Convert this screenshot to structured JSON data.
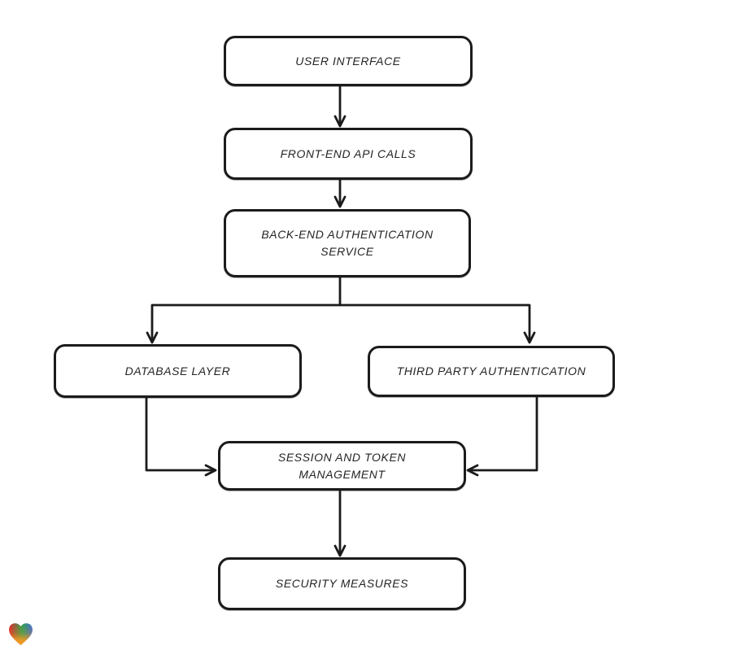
{
  "diagram": {
    "background_color": "#ffffff",
    "stroke_color": "#1b1b1b",
    "node_fill_color": "#ffffff",
    "nodes": [
      {
        "id": "user-interface",
        "label": "USER INTERFACE"
      },
      {
        "id": "front-end-api-calls",
        "label": "FRONT-END API CALLS"
      },
      {
        "id": "back-end-auth-service",
        "label": "BACK-END AUTHENTICATION SERVICE"
      },
      {
        "id": "database-layer",
        "label": "DATABASE LAYER"
      },
      {
        "id": "third-party-auth",
        "label": "THIRD PARTY AUTHENTICATION"
      },
      {
        "id": "session-token-management",
        "label": "SESSION AND TOKEN MANAGEMENT"
      },
      {
        "id": "security-measures",
        "label": "SECURITY MEASURES"
      }
    ],
    "edges": [
      {
        "from": "user-interface",
        "to": "front-end-api-calls"
      },
      {
        "from": "front-end-api-calls",
        "to": "back-end-auth-service"
      },
      {
        "from": "back-end-auth-service",
        "to": "database-layer"
      },
      {
        "from": "back-end-auth-service",
        "to": "third-party-auth"
      },
      {
        "from": "database-layer",
        "to": "session-token-management"
      },
      {
        "from": "third-party-auth",
        "to": "session-token-management"
      },
      {
        "from": "session-token-management",
        "to": "security-measures"
      }
    ],
    "watermark": {
      "icon": "gradient-heart-logo",
      "colors": [
        "#e4202c",
        "#2ba24f",
        "#3f6ad8",
        "#f69920"
      ]
    }
  }
}
